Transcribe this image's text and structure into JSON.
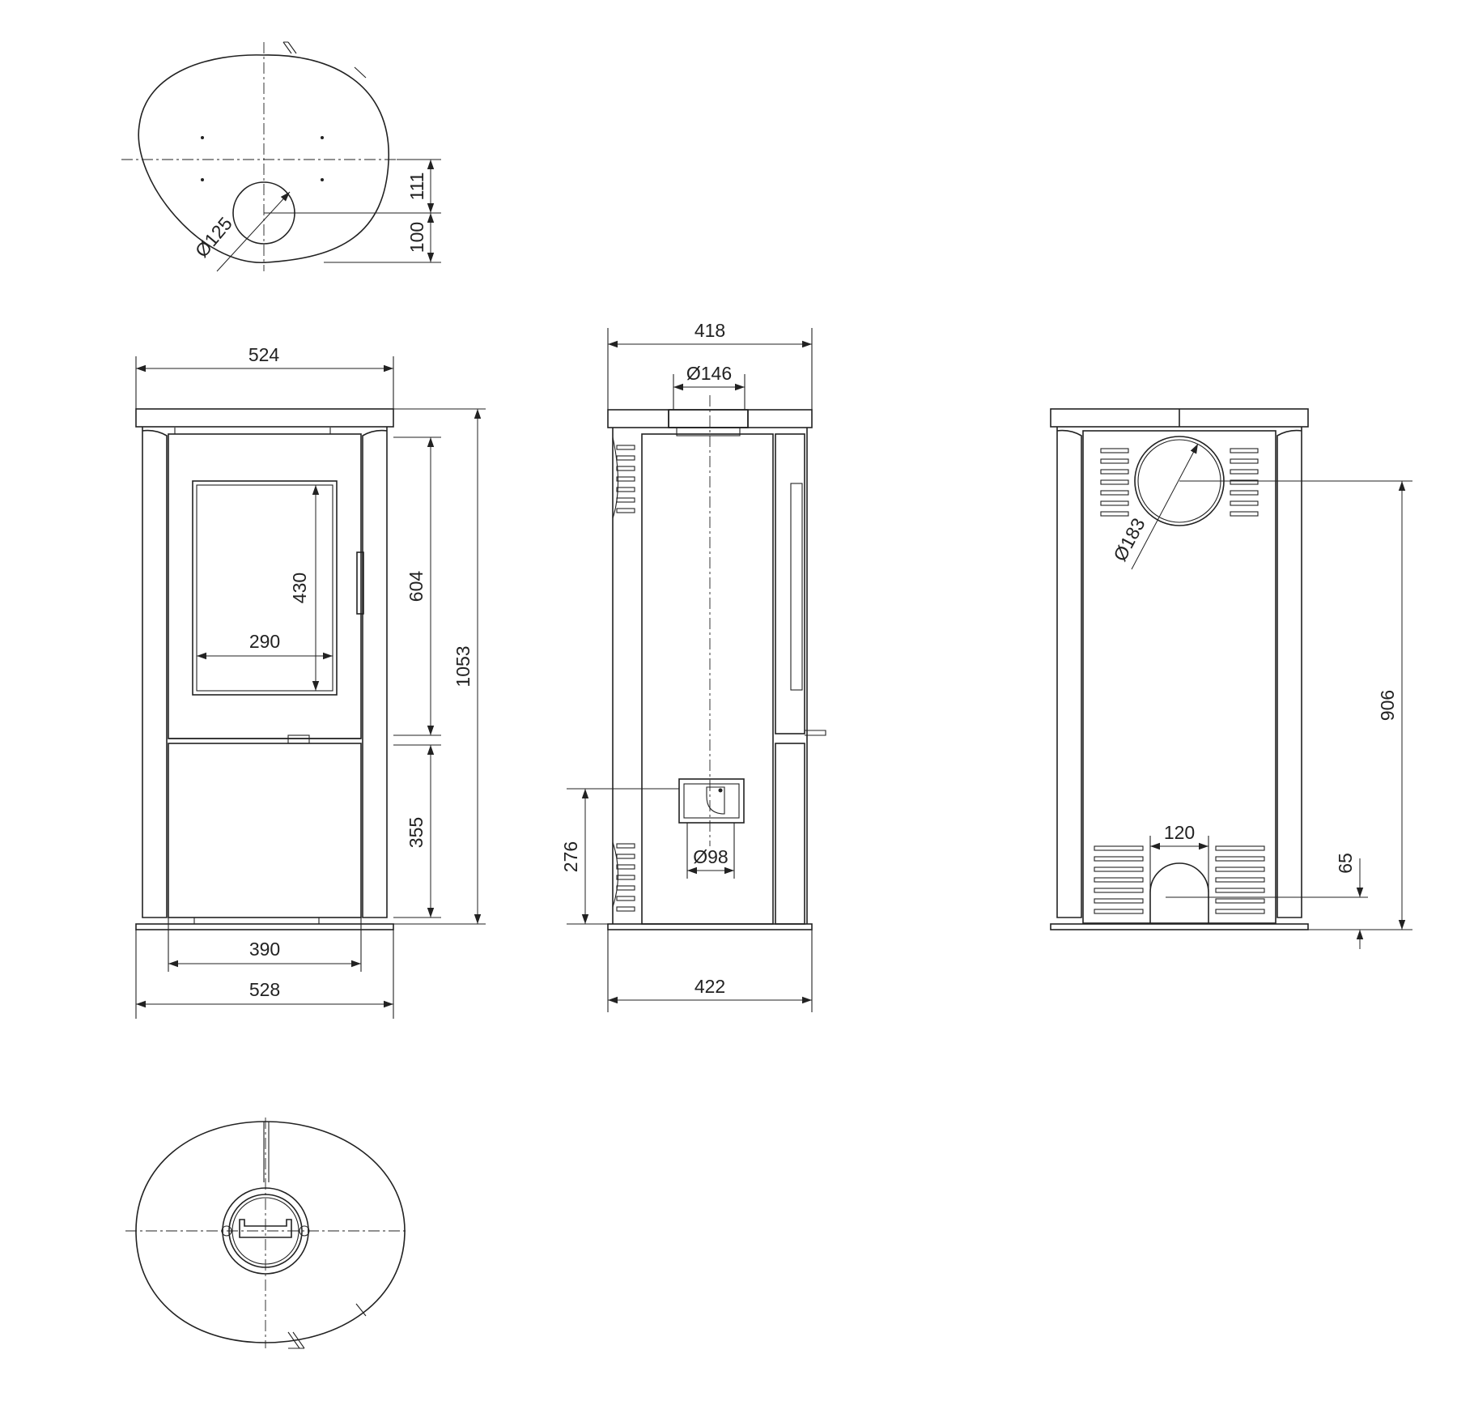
{
  "dimensions": {
    "top_diameter": "Ø125",
    "top_111": "111",
    "top_100": "100",
    "front_width_top": "524",
    "front_height_total": "1053",
    "front_upper_height": "604",
    "front_lower_height": "355",
    "glass_height": "430",
    "glass_width": "290",
    "front_inner_width": "390",
    "front_width_bottom": "528",
    "side_width_top": "418",
    "side_outlet_diameter": "Ø146",
    "side_air_diameter": "Ø98",
    "side_air_height": "276",
    "side_width_bottom": "422",
    "back_outlet_diameter": "Ø183",
    "back_outlet_height": "906",
    "back_opening_width": "120",
    "back_opening_height": "65"
  },
  "colors": {
    "line": "#222222",
    "background": "#ffffff"
  }
}
